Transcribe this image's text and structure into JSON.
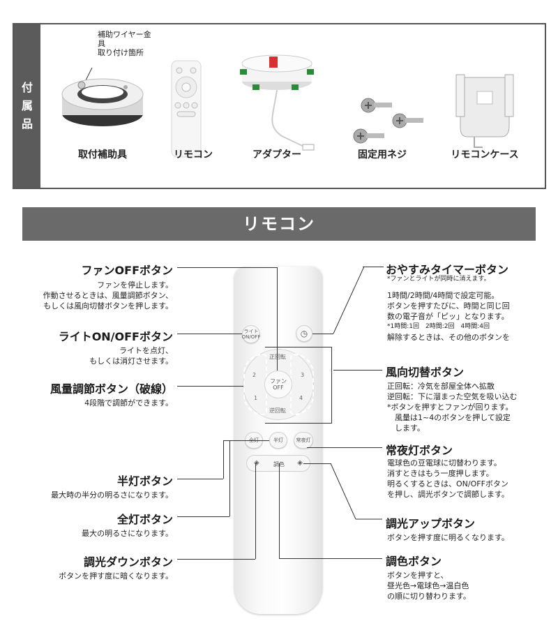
{
  "accessories": {
    "side_label": [
      "付",
      "属",
      "品"
    ],
    "note_lines": [
      "補助ワイヤー金具",
      "取り付け箇所"
    ],
    "items": [
      {
        "label": "取付補助具"
      },
      {
        "label": "リモコン"
      },
      {
        "label": "アダプター"
      },
      {
        "label": "固定用ネジ"
      },
      {
        "label": "リモコンケース"
      }
    ]
  },
  "section_title": "リモコン",
  "remote": {
    "light_btn": "ライト ON/OFF",
    "fan_off": "ファン OFF",
    "forward": "正回転",
    "reverse": "逆回転",
    "speed": [
      "1",
      "2",
      "3",
      "4"
    ],
    "full": "全灯",
    "half": "半灯",
    "night": "常夜灯",
    "color": "調色"
  },
  "callouts": {
    "fan_off": {
      "title": "ファンOFFボタン",
      "lines": [
        "ファンを停止します。",
        "作動させるときは、風量調節ボタン、",
        "もしくは風向切替ボタンを押します。"
      ]
    },
    "light": {
      "title": "ライトON/OFFボタン",
      "lines": [
        "ライトを点灯、",
        "もしくは消灯させます。"
      ]
    },
    "speed": {
      "title": "風量調節ボタン（破線）",
      "lines": [
        "4段階で調節ができます。"
      ]
    },
    "half": {
      "title": "半灯ボタン",
      "lines": [
        "最大時の半分の明るさになります。"
      ]
    },
    "full": {
      "title": "全灯ボタン",
      "lines": [
        "最大の明るさになります。"
      ]
    },
    "dim_down": {
      "title": "調光ダウンボタン",
      "lines": [
        "ボタンを押す度に暗くなります。"
      ]
    },
    "timer": {
      "title": "おやすみタイマーボタン",
      "note": "*ファンとライトが同時に消えます。",
      "lines": [
        "1時間/2時間/4時間で設定可能。",
        "ボタンを押すたびに、時間と同じ回",
        "数の電子音が「ピッ」となります。"
      ],
      "note2": "*1時間:1回　2時間:2回　4時間:4回",
      "last": "解除するときは、その他のボタンを"
    },
    "direction": {
      "title": "風向切替ボタン",
      "lines": [
        "正回転：冷気を部屋全体へ拡散",
        "逆回転：下に溜まった空気を吸い込む",
        "*ボタンを押すとファンが回ります。",
        "　風量は1~4のボタンを押して設定",
        "　します。"
      ]
    },
    "night": {
      "title": "常夜灯ボタン",
      "lines": [
        "電球色の豆電球に切替わります。",
        "消すときはもう一度押します。",
        "明るくするときは、ON/OFFボタン",
        "を押し、調光ボタンで調節します。"
      ]
    },
    "dim_up": {
      "title": "調光アップボタン",
      "lines": [
        "ボタンを押す度に明るくなります。"
      ]
    },
    "color": {
      "title": "調色ボタン",
      "lines": [
        "ボタンを押すと、",
        "昼光色→電球色→温白色",
        "の順に切り替わります。"
      ]
    }
  }
}
